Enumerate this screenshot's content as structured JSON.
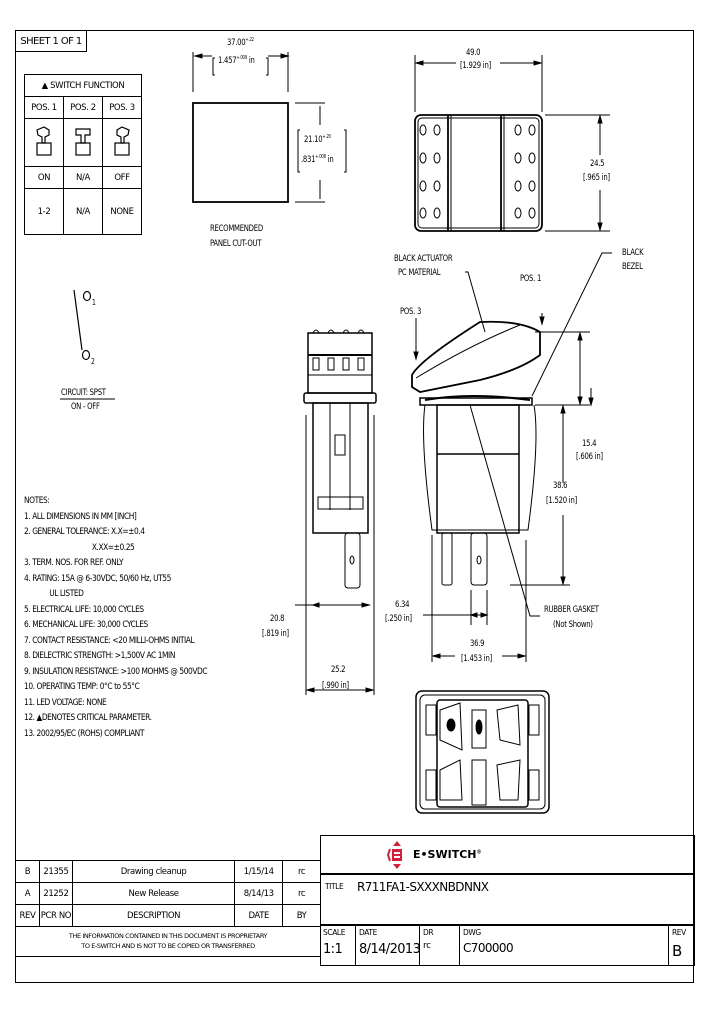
{
  "sheet": "SHEET 1 OF 1",
  "switch_function": {
    "title": "SWITCH FUNCTION",
    "positions": [
      "POS. 1",
      "POS. 2",
      "POS. 3"
    ],
    "states": [
      "ON",
      "N/A",
      "OFF"
    ],
    "circuits": [
      "1-2",
      "N/A",
      "NONE"
    ]
  },
  "panel_cutout": {
    "width_mm": "37.00",
    "width_tol_mm": [
      "+.22",
      "-.00"
    ],
    "width_in": "1.457",
    "width_tol_in": [
      "+.009",
      "-.000"
    ],
    "height_mm": "21.10",
    "height_tol_mm": [
      "+.20",
      "-.00"
    ],
    "height_in": ".831",
    "height_tol_in": [
      "+.008",
      "-.000"
    ],
    "label_line1": "RECOMMENDED",
    "label_line2": "PANEL CUT-OUT",
    "in_unit": "in"
  },
  "top_view": {
    "width_mm": "49.0",
    "width_in": "[1.929 in]",
    "height_mm": "24.5",
    "height_in": "[.965 in]"
  },
  "circuit": {
    "pin1": "1",
    "pin2": "2",
    "type": "CIRCUIT: SPST",
    "function": "ON - OFF"
  },
  "side_view": {
    "callout_actuator_1": "BLACK ACTUATOR",
    "callout_actuator_2": "PC MATERIAL",
    "callout_pos1": "POS. 1",
    "callout_pos3": "POS. 3",
    "callout_bezel_1": "BLACK",
    "callout_bezel_2": "BEZEL",
    "dim_15_4": "15.4",
    "dim_15_4_in": "[.606 in]",
    "dim_38_6": "38.6",
    "dim_38_6_in": "[1.520 in]",
    "dim_6_34": "6.34",
    "dim_6_34_in": "[.250 in]",
    "dim_36_9": "36.9",
    "dim_36_9_in": "[1.453 in]",
    "gasket_1": "RUBBER GASKET",
    "gasket_2": "(Not Shown)"
  },
  "front_view": {
    "dim_20_8": "20.8",
    "dim_20_8_in": "[.819 in]",
    "dim_25_2": "25.2",
    "dim_25_2_in": "[.990 in]"
  },
  "notes": {
    "heading": "NOTES:",
    "items": [
      "1. ALL DIMENSIONS IN MM [INCH]",
      "2. GENERAL TOLERANCE: X.X=±0.4",
      "                                   X.XX=±0.25",
      "3. TERM. NOS. FOR REF. ONLY",
      "4. RATING: 15A @ 6-30VDC, 50/60 Hz, UT55",
      "             UL LISTED",
      "5. ELECTRICAL LIFE: 10,000 CYCLES",
      "6. MECHANICAL LIFE: 30,000 CYCLES",
      "7. CONTACT RESISTANCE: <20 MILLI-OHMS INITIAL",
      "8. DIELECTRIC STRENGTH: >1,500V AC 1MIN",
      "9. INSULATION RESISTANCE: >100 MOHMS @ 500VDC",
      "10. OPERATING TEMP: 0°C to 55°C",
      "11. LED VOLTAGE: NONE",
      "12. ▲DENOTES CRITICAL PARAMETER.",
      "13. 2002/95/EC (ROHS) COMPLIANT"
    ]
  },
  "revisions": {
    "rows": [
      {
        "rev": "B",
        "pcr": "21355",
        "desc": "Drawing cleanup",
        "date": "1/15/14",
        "by": "rc"
      },
      {
        "rev": "A",
        "pcr": "21252",
        "desc": "New Release",
        "date": "8/14/13",
        "by": "rc"
      }
    ],
    "headers": {
      "rev": "REV",
      "pcr": "PCR NO",
      "desc": "DESCRIPTION",
      "date": "DATE",
      "by": "BY"
    },
    "proprietary_1": "THE INFORMATION CONTAINED IN THIS DOCUMENT IS PROPRIETARY",
    "proprietary_2": "TO E-SWITCH AND IS NOT TO BE COPIED OR TRANSFERRED"
  },
  "title_block": {
    "brand": "E•SWITCH",
    "brand_mark": "®",
    "brand_color": "#d2213a",
    "title_label": "TITLE",
    "title": "R711FA1-SXXXNBDNNX",
    "scale_label": "SCALE",
    "scale": "1:1",
    "date_label": "DATE",
    "date": "8/14/2013",
    "dr_label": "DR",
    "dr": "rc",
    "dwg_label": "DWG",
    "dwg": "C700000",
    "rev_label": "REV",
    "rev": "B"
  }
}
